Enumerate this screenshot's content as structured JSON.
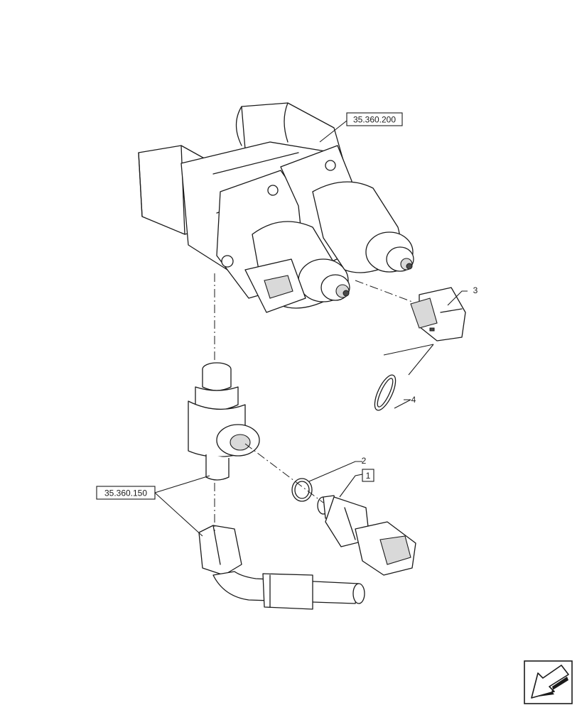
{
  "references": {
    "ref_top": "35.360.200",
    "ref_left": "35.360.150"
  },
  "callouts": {
    "item_1": "1",
    "item_2": "2",
    "item_3": "3",
    "item_4": "4"
  },
  "icons": {
    "nav_arrow": "arrow-bottom-left-icon"
  }
}
